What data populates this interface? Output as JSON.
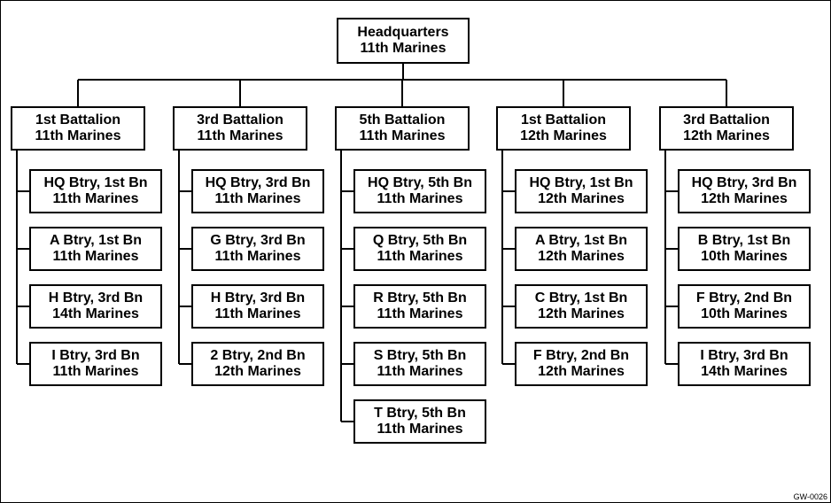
{
  "root": {
    "line1": "Headquarters",
    "line2": "11th Marines"
  },
  "battalions": [
    {
      "line1": "1st Battalion",
      "line2": "11th Marines",
      "units": [
        {
          "line1": "HQ Btry, 1st Bn",
          "line2": "11th Marines"
        },
        {
          "line1": "A Btry, 1st Bn",
          "line2": "11th Marines"
        },
        {
          "line1": "H Btry, 3rd Bn",
          "line2": "14th Marines"
        },
        {
          "line1": "I Btry, 3rd Bn",
          "line2": "11th Marines"
        }
      ]
    },
    {
      "line1": "3rd Battalion",
      "line2": "11th Marines",
      "units": [
        {
          "line1": "HQ Btry, 3rd Bn",
          "line2": "11th Marines"
        },
        {
          "line1": "G Btry, 3rd Bn",
          "line2": "11th Marines"
        },
        {
          "line1": "H Btry, 3rd Bn",
          "line2": "11th Marines"
        },
        {
          "line1": "2 Btry, 2nd Bn",
          "line2": "12th Marines"
        }
      ]
    },
    {
      "line1": "5th Battalion",
      "line2": "11th Marines",
      "units": [
        {
          "line1": "HQ Btry, 5th Bn",
          "line2": "11th Marines"
        },
        {
          "line1": "Q Btry, 5th Bn",
          "line2": "11th Marines"
        },
        {
          "line1": "R Btry, 5th Bn",
          "line2": "11th Marines"
        },
        {
          "line1": "S Btry, 5th Bn",
          "line2": "11th Marines"
        },
        {
          "line1": "T Btry, 5th Bn",
          "line2": "11th Marines"
        }
      ]
    },
    {
      "line1": "1st Battalion",
      "line2": "12th Marines",
      "units": [
        {
          "line1": "HQ Btry, 1st Bn",
          "line2": "12th Marines"
        },
        {
          "line1": "A Btry, 1st Bn",
          "line2": "12th Marines"
        },
        {
          "line1": "C Btry, 1st Bn",
          "line2": "12th Marines"
        },
        {
          "line1": "F Btry, 2nd Bn",
          "line2": "12th Marines"
        }
      ]
    },
    {
      "line1": "3rd Battalion",
      "line2": "12th Marines",
      "units": [
        {
          "line1": "HQ Btry, 3rd Bn",
          "line2": "12th Marines"
        },
        {
          "line1": "B Btry, 1st Bn",
          "line2": "10th Marines"
        },
        {
          "line1": "F Btry, 2nd Bn",
          "line2": "10th Marines"
        },
        {
          "line1": "I Btry, 3rd Bn",
          "line2": "14th Marines"
        }
      ]
    }
  ],
  "figure_id": "GW-0026",
  "colors": {
    "line": "#000000",
    "box_fill": "#ffffff"
  }
}
